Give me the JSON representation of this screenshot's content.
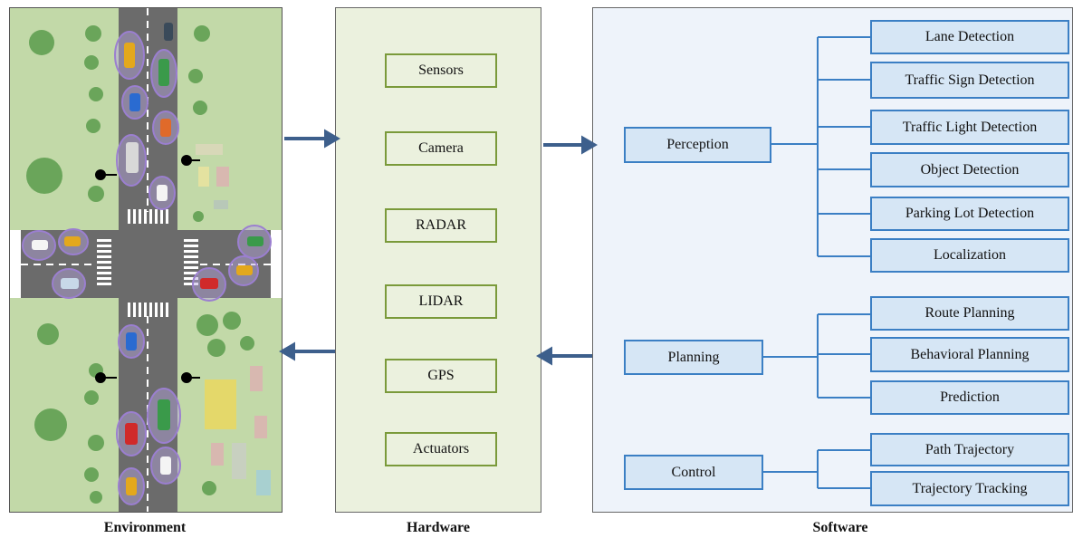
{
  "captions": {
    "environment": "Environment",
    "hardware": "Hardware",
    "software": "Software"
  },
  "hardware": {
    "items": [
      "Sensors",
      "Camera",
      "RADAR",
      "LIDAR",
      "GPS",
      "Actuators"
    ]
  },
  "software": {
    "groups": [
      {
        "label": "Perception",
        "children": [
          "Lane Detection",
          "Traffic Sign Detection",
          "Traffic Light Detection",
          "Object Detection",
          "Parking Lot Detection",
          "Localization"
        ]
      },
      {
        "label": "Planning",
        "children": [
          "Route Planning",
          "Behavioral Planning",
          "Prediction"
        ]
      },
      {
        "label": "Control",
        "children": [
          "Path Trajectory",
          "Trajectory Tracking"
        ]
      }
    ]
  },
  "colors": {
    "arrow": "#3d5f8c",
    "hardware_border": "#7a9a3a",
    "software_border": "#3b7fc4",
    "road": "#6b6b6b",
    "grass": "#c2d9a8",
    "sensor_halo": "#9b7fd0"
  }
}
